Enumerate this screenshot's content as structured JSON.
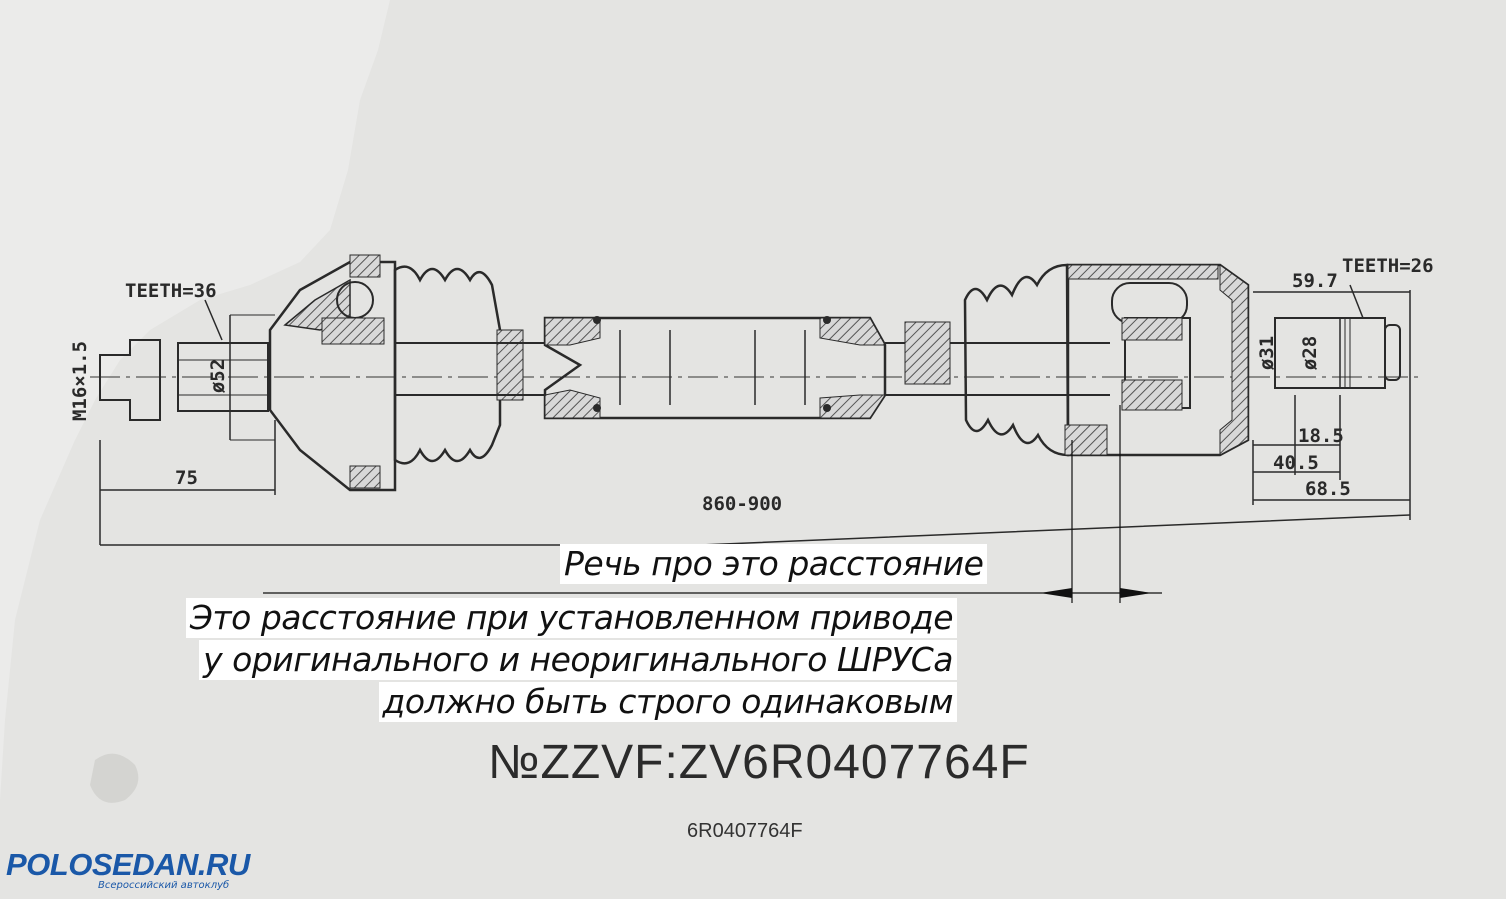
{
  "drawing": {
    "teeth_left": "TEETH=36",
    "teeth_right": "TEETH=26",
    "thread": "M16×1.5",
    "diameter_52": "ø52",
    "diameter_31": "ø31",
    "diameter_28": "ø28",
    "dim_75": "75",
    "dim_total": "860-900",
    "dim_59_7": "59.7",
    "dim_18_5": "18.5",
    "dim_40_5": "40.5",
    "dim_68_5": "68.5"
  },
  "annotation": {
    "title": "Речь про это расстояние",
    "line1": "Это расстояние при установленном приводе",
    "line2": "у оригинального и неоригинального ШРУСа",
    "line3": "должно быть строго одинаковым"
  },
  "part": {
    "number": "№ZZVF:ZV6R0407764F",
    "code": "6R0407764F"
  },
  "logo": {
    "name": "POLOSEDAN.RU",
    "tagline": "Всероссийский автоклуб"
  },
  "colors": {
    "ink": "#2a2a2a",
    "paper": "#e4e4e2",
    "logo": "#1a58a8"
  }
}
